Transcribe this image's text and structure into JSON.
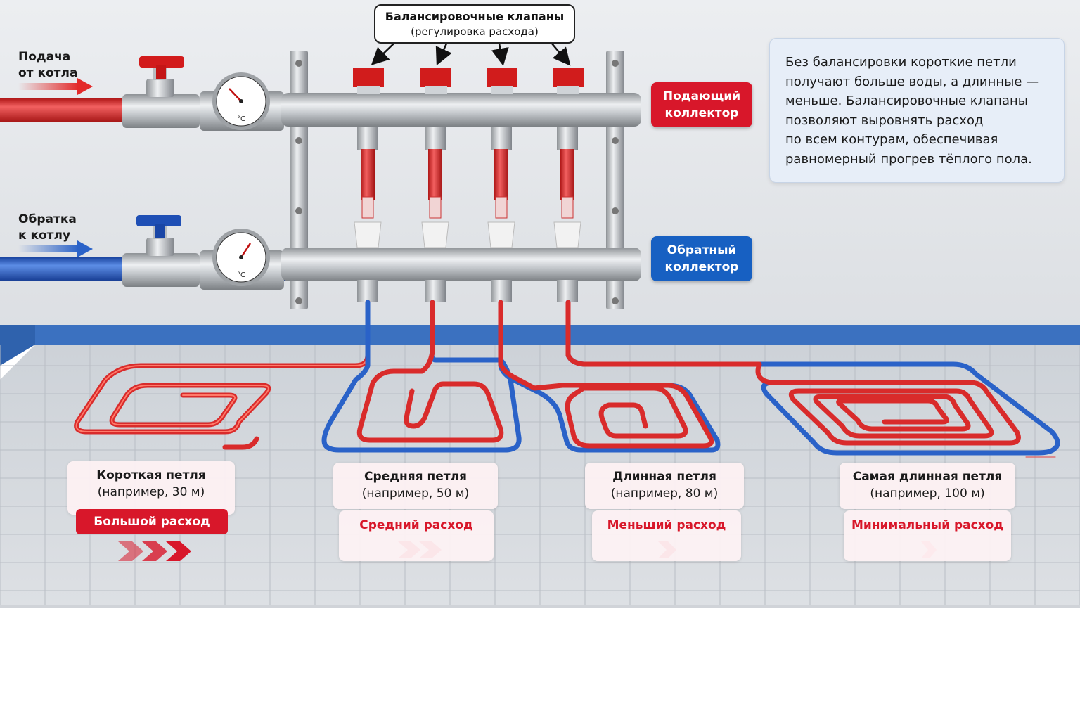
{
  "callout": {
    "title": "Балансировочные клапаны",
    "subtitle": "(регулировка расхода)"
  },
  "supply_in": {
    "line1": "Подача",
    "line2": "от котла"
  },
  "return_out": {
    "line1": "Обратка",
    "line2": "к котлу"
  },
  "supply_collector": {
    "line1": "Подающий",
    "line2": "коллектор"
  },
  "return_collector": {
    "line1": "Обратный",
    "line2": "коллектор"
  },
  "info": {
    "lines": [
      "Без балансировки короткие петли",
      "получают больше воды, а длинные —",
      "меньше. Балансировочные клапаны",
      "позволяют выровнять расход",
      "по всем контурам, обеспечивая",
      "равномерный прогрев тёплого пола."
    ]
  },
  "gauge_unit": "°C",
  "loops": [
    {
      "name": "Короткая петля",
      "length": "(например, 30 м)",
      "flow": "Большой расход",
      "chevrons": 3
    },
    {
      "name": "Средняя петля",
      "length": "(например, 50 м)",
      "flow": "Средний расход",
      "chevrons": 2
    },
    {
      "name": "Длинная петля",
      "length": "(например, 80 м)",
      "flow": "Меньший расход",
      "chevrons": 1
    },
    {
      "name": "Самая длинная петля",
      "length": "(например, 100 м)",
      "flow": "Минимальный расход",
      "chevrons": 1
    }
  ],
  "colors": {
    "supply": "#e32a2a",
    "return": "#2a62c8",
    "accent_red": "#d8172a",
    "accent_blue": "#1760c2"
  },
  "icons": [
    "gauge-icon",
    "valve-handle-icon",
    "chevron-right-icon",
    "arrow-right-icon"
  ]
}
